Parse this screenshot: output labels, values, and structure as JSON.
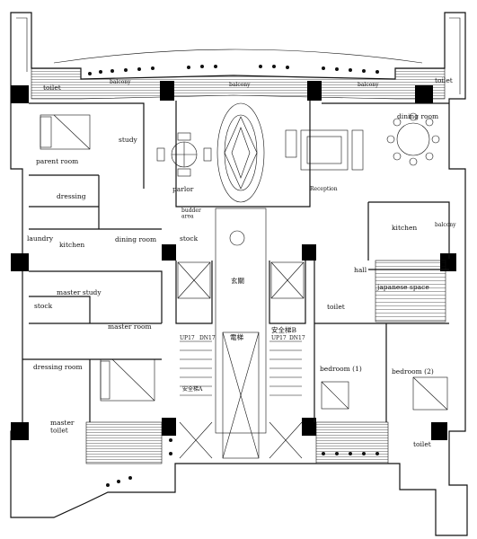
{
  "labels": {
    "toilet_nw": "toilet",
    "balcony_n1": "balcony",
    "balcony_n2": "balcony",
    "balcony_n3": "balcony",
    "toilet_ne": "toilet",
    "study": "study",
    "parent_room": "parent room",
    "parlor": "parlor",
    "reception": "Reception",
    "dining_room_ne": "dining room",
    "dressing_nw": "dressing",
    "laundry": "laundry",
    "kitchen_w": "kitchen",
    "dining_room_w": "dining room",
    "budder_area": "budder\narea",
    "stock_center": "stock",
    "kitchen_e": "kitchen",
    "balcony_e": "balcony",
    "hall_center": "玄關",
    "hall": "hall",
    "japanese_space": "japanese space",
    "master_study": "master study",
    "stock_w": "stock",
    "toilet_center": "toilet",
    "master_room": "master room",
    "stair_note1": "UP17",
    "stair_note2": "DN17",
    "stair_note3": "UP17",
    "stair_note4": "DN17",
    "corridor": "電梯",
    "fire_stair_b": "安全梯B",
    "fire_stair_a": "安全梯A",
    "bedroom1": "bedroom (1)",
    "bedroom2": "bedroom (2)",
    "dressing_room": "dressing room",
    "master_toilet": "master\ntoilet",
    "toilet_se": "toilet"
  }
}
